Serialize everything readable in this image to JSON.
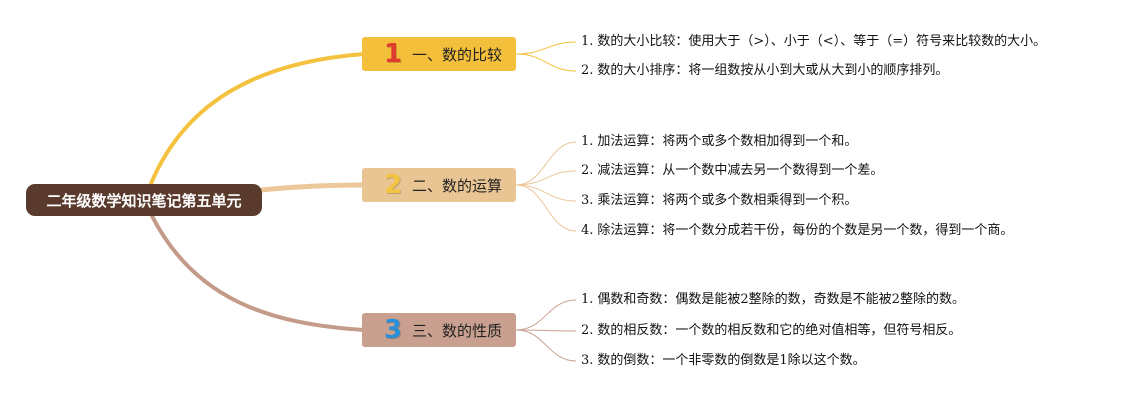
{
  "root": {
    "title": "二年级数学知识笔记第五单元"
  },
  "colors": {
    "root_bg": "#5b3a2e",
    "branch_1": "#f4bf3a",
    "branch_2": "#eac594",
    "branch_3": "#c9a08f",
    "number_1": "#e03a2f",
    "number_2": "#f3c440",
    "number_3": "#2a8fd6"
  },
  "branches": [
    {
      "number": "1",
      "label": "一、数的比较",
      "items": [
        {
          "index": "1.",
          "text": "数的大小比较：使用大于（>）、小于（<）、等于（=）符号来比较数的大小。"
        },
        {
          "index": "2.",
          "text": "数的大小排序：将一组数按从小到大或从大到小的顺序排列。"
        }
      ]
    },
    {
      "number": "2",
      "label": "二、数的运算",
      "items": [
        {
          "index": "1.",
          "text": "加法运算：将两个或多个数相加得到一个和。"
        },
        {
          "index": "2.",
          "text": "减法运算：从一个数中减去另一个数得到一个差。"
        },
        {
          "index": "3.",
          "text": "乘法运算：将两个或多个数相乘得到一个积。"
        },
        {
          "index": "4.",
          "text": "除法运算：将一个数分成若干份，每份的个数是另一个数，得到一个商。"
        }
      ]
    },
    {
      "number": "3",
      "label": "三、数的性质",
      "items": [
        {
          "index": "1.",
          "text": "偶数和奇数：偶数是能被2整除的数，奇数是不能被2整除的数。"
        },
        {
          "index": "2.",
          "text": "数的相反数：一个数的相反数和它的绝对值相等，但符号相反。"
        },
        {
          "index": "3.",
          "text": "数的倒数：一个非零数的倒数是1除以这个数。"
        }
      ]
    }
  ]
}
